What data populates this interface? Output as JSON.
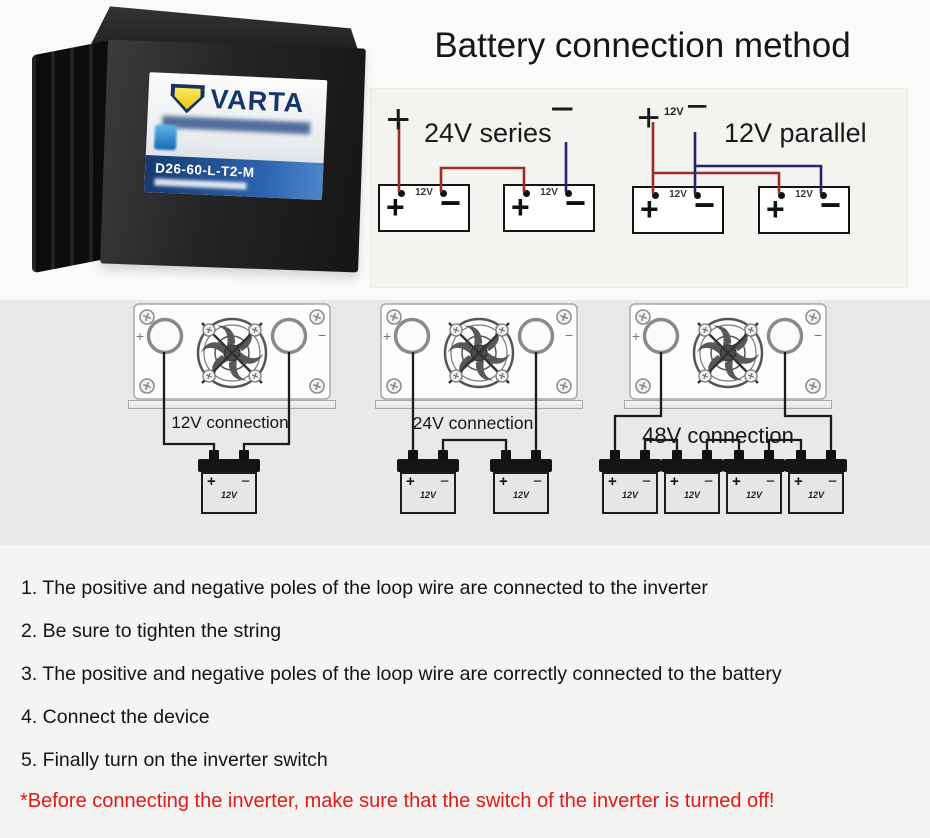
{
  "title": "Battery connection method",
  "symbols": {
    "plus": "+",
    "minus": "−"
  },
  "battery_photo": {
    "brand": "VARTA",
    "model": "D26-60-L-T2-M"
  },
  "series_diagram": {
    "label": "24V series",
    "batteries": [
      {
        "voltage": "12V"
      },
      {
        "voltage": "12V"
      }
    ]
  },
  "parallel_diagram": {
    "label": "12V parallel",
    "top_voltage": "12V",
    "batteries": [
      {
        "voltage": "12V"
      },
      {
        "voltage": "12V"
      }
    ]
  },
  "inverter_diagrams": [
    {
      "label": "12V connection",
      "batteries": [
        {
          "voltage": "12V"
        }
      ]
    },
    {
      "label": "24V connection",
      "batteries": [
        {
          "voltage": "12V"
        },
        {
          "voltage": "12V"
        }
      ]
    },
    {
      "label": "48V connection",
      "batteries": [
        {
          "voltage": "12V"
        },
        {
          "voltage": "12V"
        },
        {
          "voltage": "12V"
        },
        {
          "voltage": "12V"
        }
      ]
    }
  ],
  "instructions": [
    "1. The positive and negative poles of the loop wire are connected to the inverter",
    "2. Be sure to tighten the string",
    "3. The positive and negative poles of the loop wire are correctly connected to the battery",
    "4. Connect the device",
    "5. Finally turn on the inverter switch"
  ],
  "warning": "*Before connecting the inverter, make sure that the switch of the inverter is turned off!",
  "colors": {
    "wire_positive_red": "#9e2c26",
    "wire_negative_blue": "#23246f",
    "wire_black": "#1b1b1b",
    "warning_red": "#e51717",
    "varta_navy": "#17356b",
    "varta_yellow": "#f0cd1c"
  }
}
